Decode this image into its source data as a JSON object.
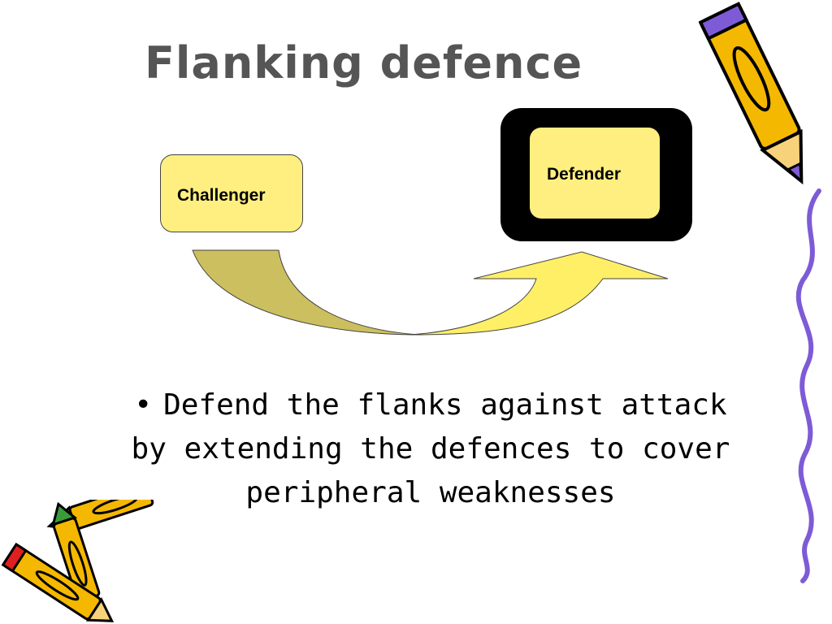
{
  "title": "Flanking defence",
  "nodes": {
    "challenger": "Challenger",
    "defender": "Defender"
  },
  "bullets": [
    "Defend the flanks against attack by extending the defences to cover peripheral weaknesses"
  ],
  "colors": {
    "box_fill": "#ffef80",
    "arrow_dark": "#ccbf5f",
    "arrow_light": "#ffef66",
    "defender_frame": "#000000",
    "title_text": "#555555"
  },
  "decorations": {
    "top_right": "pencil-icon",
    "bottom_left": "crossed-pencils-icon",
    "right_edge": "wavy-line"
  }
}
